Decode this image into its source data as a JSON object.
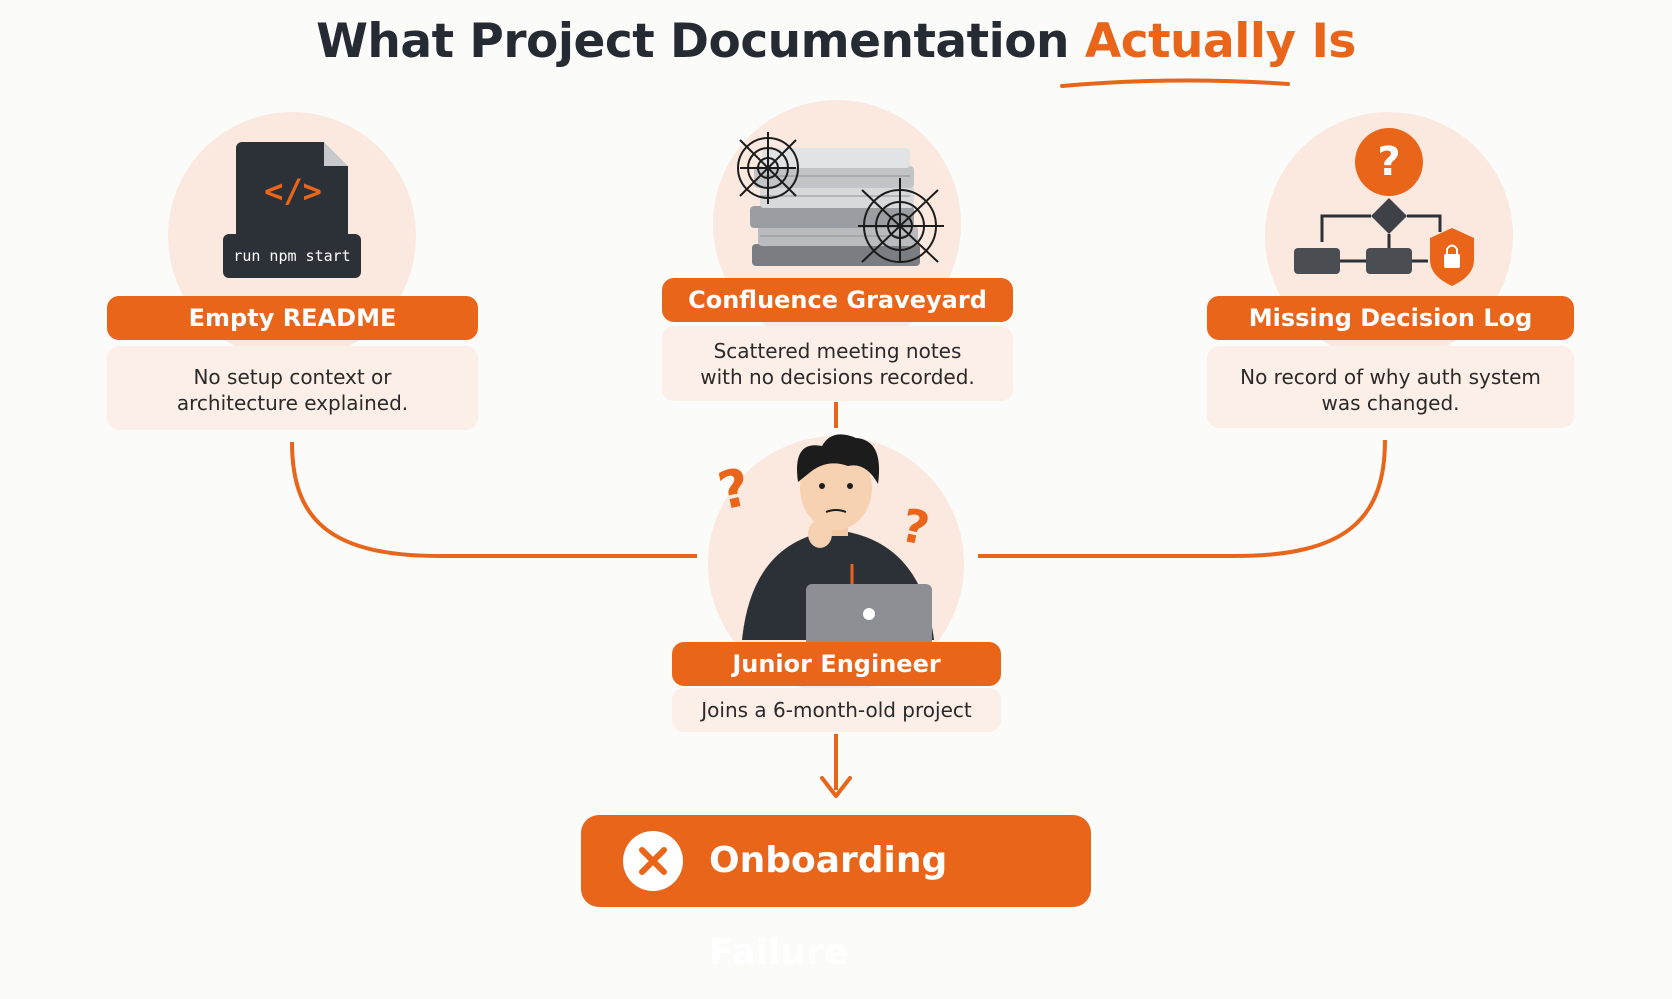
{
  "title": {
    "main": "What Project Documentation",
    "accent": "Actually Is"
  },
  "nodes": {
    "readme": {
      "label": "Empty README",
      "description_line1": "No setup context or",
      "description_line2": "architecture explained.",
      "icon_code": "</>",
      "icon_command": "run npm start"
    },
    "confluence": {
      "label": "Confluence Graveyard",
      "description_line1": "Scattered meeting notes",
      "description_line2": "with no decisions recorded."
    },
    "decision_log": {
      "label": "Missing Decision Log",
      "description_line1": "No record of why auth system",
      "description_line2": "was changed.",
      "icon_question": "?"
    },
    "engineer": {
      "label": "Junior Engineer",
      "description": "Joins a 6-month-old project",
      "question_mark": "?"
    },
    "outcome": {
      "label": "Onboarding Failure"
    }
  },
  "colors": {
    "accent": "#e8651a",
    "circle_bg": "#fbe9df",
    "card_bg": "#fcefe7",
    "title_dark": "#262b33",
    "icon_dark": "#2c3138"
  },
  "icons": [
    "code-file-icon",
    "paper-stack-cobweb-icon",
    "flowchart-lock-icon",
    "confused-engineer-icon",
    "close-icon"
  ]
}
